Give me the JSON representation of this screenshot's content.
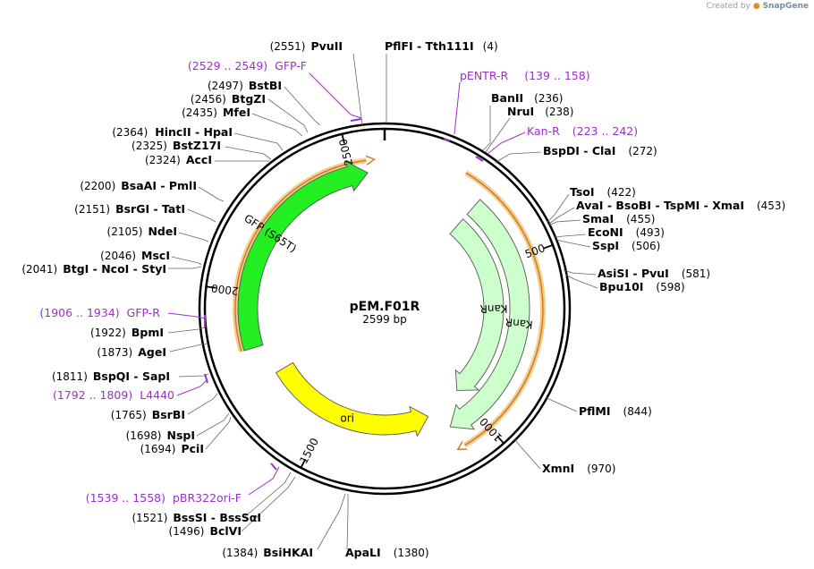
{
  "credit": {
    "prefix": "Created by",
    "brand": "SnapGene"
  },
  "plasmid": {
    "name": "pEM.F01R",
    "size_label": "2599 bp",
    "length": 2599
  },
  "ticks": [
    {
      "pos": 500,
      "label": "500"
    },
    {
      "pos": 1000,
      "label": "1000"
    },
    {
      "pos": 1500,
      "label": "1500"
    },
    {
      "pos": 2000,
      "label": "2000"
    },
    {
      "pos": 2500,
      "label": "2500"
    }
  ],
  "features": [
    {
      "name": "KanR",
      "label": "KanR",
      "start": 297,
      "end": 1090,
      "dir": 1,
      "color": "#ccffcc"
    },
    {
      "name": "KanR-inner",
      "label": "KanR",
      "start": 297,
      "end": 1000,
      "dir": 1,
      "color": "#ccffcc"
    },
    {
      "name": "ori",
      "label": "ori",
      "start": 1141,
      "end": 1729,
      "dir": -1,
      "color": "#ffff00"
    },
    {
      "name": "GFP",
      "label": "GFP (S65T)",
      "start": 1829,
      "end": 2548,
      "dir": 1,
      "color": "#22ee22"
    }
  ],
  "primer_binding": [
    {
      "name": "GFP-F",
      "start": 1829,
      "end": 2548
    },
    {
      "name": "Kan-R",
      "start": 223,
      "end": 1080
    }
  ],
  "labels": [
    {
      "side": "L",
      "pos": "(2551)",
      "name": "PvuII"
    },
    {
      "side": "R",
      "name": "PflFI  - Tth111I",
      "pos": "(4)"
    },
    {
      "side": "L",
      "pos": "(2529 .. 2549)",
      "name": "GFP-F",
      "primer": true
    },
    {
      "side": "R",
      "name": "pENTR-R",
      "pos": "(139 .. 158)",
      "primer": true
    },
    {
      "side": "L",
      "pos": "(2497)",
      "name": "BstBI"
    },
    {
      "side": "L",
      "pos": "(2456)",
      "name": "BtgZI"
    },
    {
      "side": "L",
      "pos": "(2435)",
      "name": "MfeI"
    },
    {
      "side": "R",
      "name": "BanII",
      "pos": "(236)"
    },
    {
      "side": "R",
      "name": "NruI",
      "pos": "(238)"
    },
    {
      "side": "R",
      "name": "Kan-R",
      "pos": "(223 .. 242)",
      "primer": true
    },
    {
      "side": "L",
      "pos": "(2364)",
      "name": "HincII  - HpaI"
    },
    {
      "side": "L",
      "pos": "(2325)",
      "name": "BstZ17I"
    },
    {
      "side": "L",
      "pos": "(2324)",
      "name": "AccI"
    },
    {
      "side": "R",
      "name": "BspDI  - ClaI",
      "pos": "(272)"
    },
    {
      "side": "L",
      "pos": "(2200)",
      "name": "BsaAI  - PmlI"
    },
    {
      "side": "R",
      "name": "TsoI",
      "pos": "(422)"
    },
    {
      "side": "L",
      "pos": "(2151)",
      "name": "BsrGI  - TatI"
    },
    {
      "side": "R",
      "name": "AvaI  - BsoBI  - TspMI  - XmaI",
      "pos": "(453)"
    },
    {
      "side": "R",
      "name": "SmaI",
      "pos": "(455)"
    },
    {
      "side": "L",
      "pos": "(2105)",
      "name": "NdeI"
    },
    {
      "side": "R",
      "name": "EcoNI",
      "pos": "(493)"
    },
    {
      "side": "R",
      "name": "SspI",
      "pos": "(506)"
    },
    {
      "side": "L",
      "pos": "(2046)",
      "name": "MscI"
    },
    {
      "side": "L",
      "pos": "(2041)",
      "name": "BtgI  - NcoI  - StyI"
    },
    {
      "side": "R",
      "name": "AsiSI  - PvuI",
      "pos": "(581)"
    },
    {
      "side": "R",
      "name": "Bpu10I",
      "pos": "(598)"
    },
    {
      "side": "L",
      "pos": "(1906 .. 1934)",
      "name": "GFP-R",
      "primer": true
    },
    {
      "side": "L",
      "pos": "(1922)",
      "name": "BpmI"
    },
    {
      "side": "L",
      "pos": "(1873)",
      "name": "AgeI"
    },
    {
      "side": "L",
      "pos": "(1811)",
      "name": "BspQI  - SapI"
    },
    {
      "side": "L",
      "pos": "(1792 .. 1809)",
      "name": "L4440",
      "primer": true
    },
    {
      "side": "L",
      "pos": "(1765)",
      "name": "BsrBI"
    },
    {
      "side": "R",
      "name": "PflMI",
      "pos": "(844)"
    },
    {
      "side": "L",
      "pos": "(1698)",
      "name": "NspI"
    },
    {
      "side": "L",
      "pos": "(1694)",
      "name": "PciI"
    },
    {
      "side": "R",
      "name": "XmnI",
      "pos": "(970)"
    },
    {
      "side": "L",
      "pos": "(1539 .. 1558)",
      "name": "pBR322ori-F",
      "primer": true
    },
    {
      "side": "L",
      "pos": "(1521)",
      "name": "BssSI  - BssSαI"
    },
    {
      "side": "L",
      "pos": "(1496)",
      "name": "BclVI"
    },
    {
      "side": "L",
      "pos": "(1384)",
      "name": "BsiHKAI"
    },
    {
      "side": "R",
      "name": "ApaLI",
      "pos": "(1380)"
    }
  ]
}
